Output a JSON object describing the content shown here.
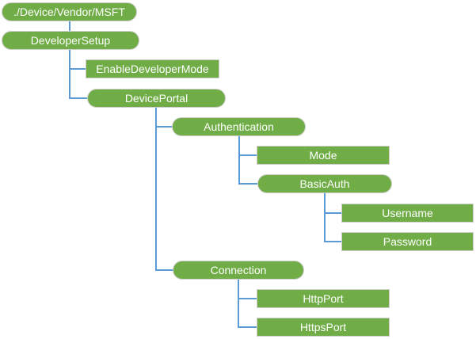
{
  "diagram": {
    "kind": "csp-configuration-tree",
    "nodes": {
      "root": {
        "label": "./Device/Vendor/MSFT",
        "shape": "rounded",
        "parent": null
      },
      "developerSetup": {
        "label": "DeveloperSetup",
        "shape": "rounded",
        "parent": "root"
      },
      "enableDeveloperMode": {
        "label": "EnableDeveloperMode",
        "shape": "rectangle",
        "parent": "developerSetup"
      },
      "devicePortal": {
        "label": "DevicePortal",
        "shape": "rounded",
        "parent": "developerSetup"
      },
      "authentication": {
        "label": "Authentication",
        "shape": "rounded",
        "parent": "devicePortal"
      },
      "mode": {
        "label": "Mode",
        "shape": "rectangle",
        "parent": "authentication"
      },
      "basicAuth": {
        "label": "BasicAuth",
        "shape": "rounded",
        "parent": "authentication"
      },
      "username": {
        "label": "Username",
        "shape": "rectangle",
        "parent": "basicAuth"
      },
      "password": {
        "label": "Password",
        "shape": "rectangle",
        "parent": "basicAuth"
      },
      "connection": {
        "label": "Connection",
        "shape": "rounded",
        "parent": "devicePortal"
      },
      "httpPort": {
        "label": "HttpPort",
        "shape": "rectangle",
        "parent": "connection"
      },
      "httpsPort": {
        "label": "HttpsPort",
        "shape": "rectangle",
        "parent": "connection"
      }
    },
    "colors": {
      "node_fill": "#70AD47",
      "node_border": "#D0CECE",
      "node_text": "#FFFFFF",
      "connector": "#5B9BD5",
      "background": "#FFFFFF"
    }
  }
}
